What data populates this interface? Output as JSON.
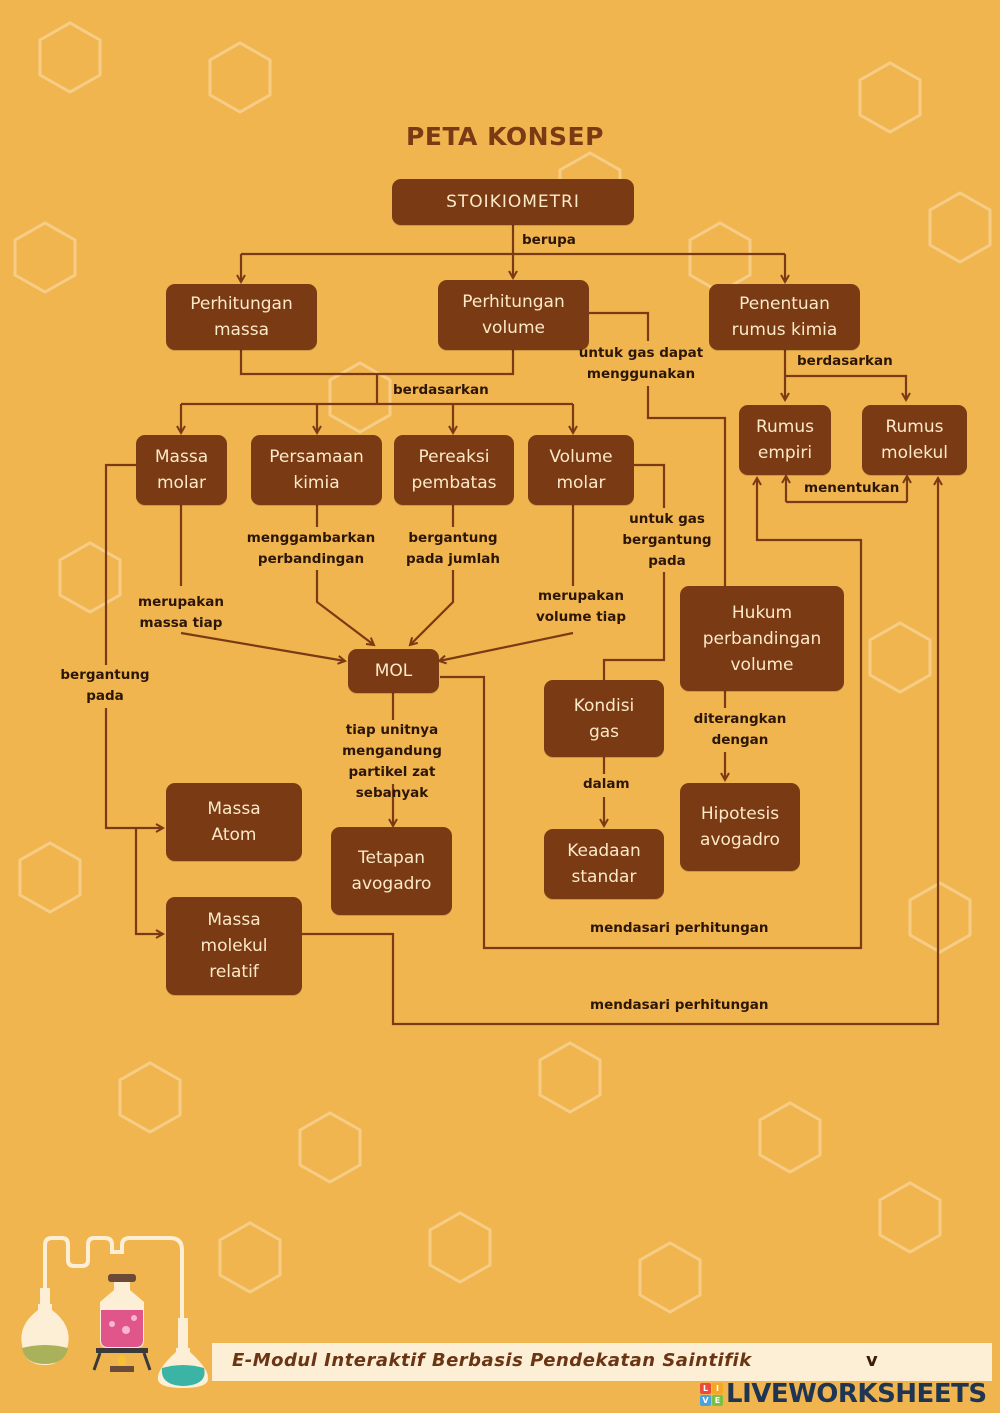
{
  "title": "PETA KONSEP",
  "nodes": {
    "stoikiometri": "STOIKIOMETRI",
    "perhitungan_massa": "Perhitungan massa",
    "perhitungan_volume": "Perhitungan volume",
    "penentuan_rumus": "Penentuan rumus kimia",
    "massa_molar": "Massa molar",
    "persamaan_kimia": "Persamaan kimia",
    "pereaksi_pembatas": "Pereaksi pembatas",
    "volume_molar": "Volume molar",
    "rumus_empiri": "Rumus empiri",
    "rumus_molekul": "Rumus molekul",
    "mol": "MOL",
    "hukum_perbandingan": "Hukum perbandingan volume",
    "kondisi_gas": "Kondisi gas",
    "massa_atom": "Massa Atom",
    "tetapan_avogadro": "Tetapan avogadro",
    "hipotesis_avogadro": "Hipotesis avogadro",
    "keadaan_standar": "Keadaan standar",
    "massa_molekul_relatif": "Massa molekul relatif"
  },
  "labels": {
    "berupa": "berupa",
    "berdasarkan_1": "berdasarkan",
    "berdasarkan_2": "berdasarkan",
    "untuk_gas_dapat": "untuk gas dapat menggunakan",
    "menentukan": "menentukan",
    "menggambarkan": "menggambarkan perbandingan",
    "bergantung_jumlah": "bergantung pada jumlah",
    "untuk_gas_bergantung": "untuk gas bergantung pada",
    "merupakan_massa": "merupakan massa tiap",
    "merupakan_volume": "merupakan volume tiap",
    "bergantung_pada": "bergantung pada",
    "tiap_unitnya": "tiap unitnya mengandung partikel zat sebanyak",
    "dalam": "dalam",
    "diterangkan": "diterangkan dengan",
    "mendasari_1": "mendasari perhitungan",
    "mendasari_2": "mendasari perhitungan"
  },
  "footer": {
    "text": "E-Modul Interaktif Berbasis Pendekatan Saintifik",
    "page": "v"
  },
  "watermark": {
    "text": "LIVEWORKSHEETS",
    "logo_letters": [
      "L",
      "I",
      "V",
      "E"
    ]
  },
  "colors": {
    "background": "#f1b54f",
    "node": "#7a3a14",
    "node_text": "#fbe9c8",
    "line": "#7a3a14",
    "title": "#7a3a14"
  }
}
